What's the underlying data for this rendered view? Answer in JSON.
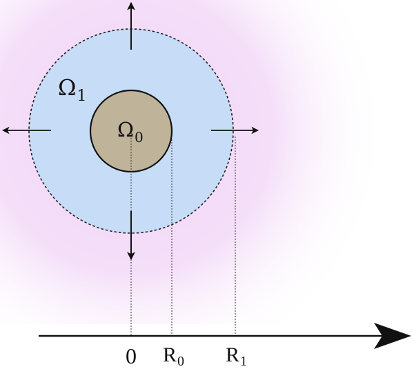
{
  "diagram": {
    "outer_region": {
      "symbol": "Ω",
      "subscript": "1",
      "fill": "#c6dcf7",
      "stroke": "#222222"
    },
    "inner_region": {
      "symbol": "Ω",
      "subscript": "0",
      "fill": "#bfb39a",
      "stroke": "#111111"
    },
    "background_glow": "#f2d8f7",
    "axis": {
      "origin_label": "0",
      "r0_label": "R",
      "r0_subscript": "0",
      "r1_label": "R",
      "r1_subscript": "1",
      "color": "#111111"
    },
    "arrows": [
      "up",
      "down",
      "left",
      "right"
    ]
  }
}
